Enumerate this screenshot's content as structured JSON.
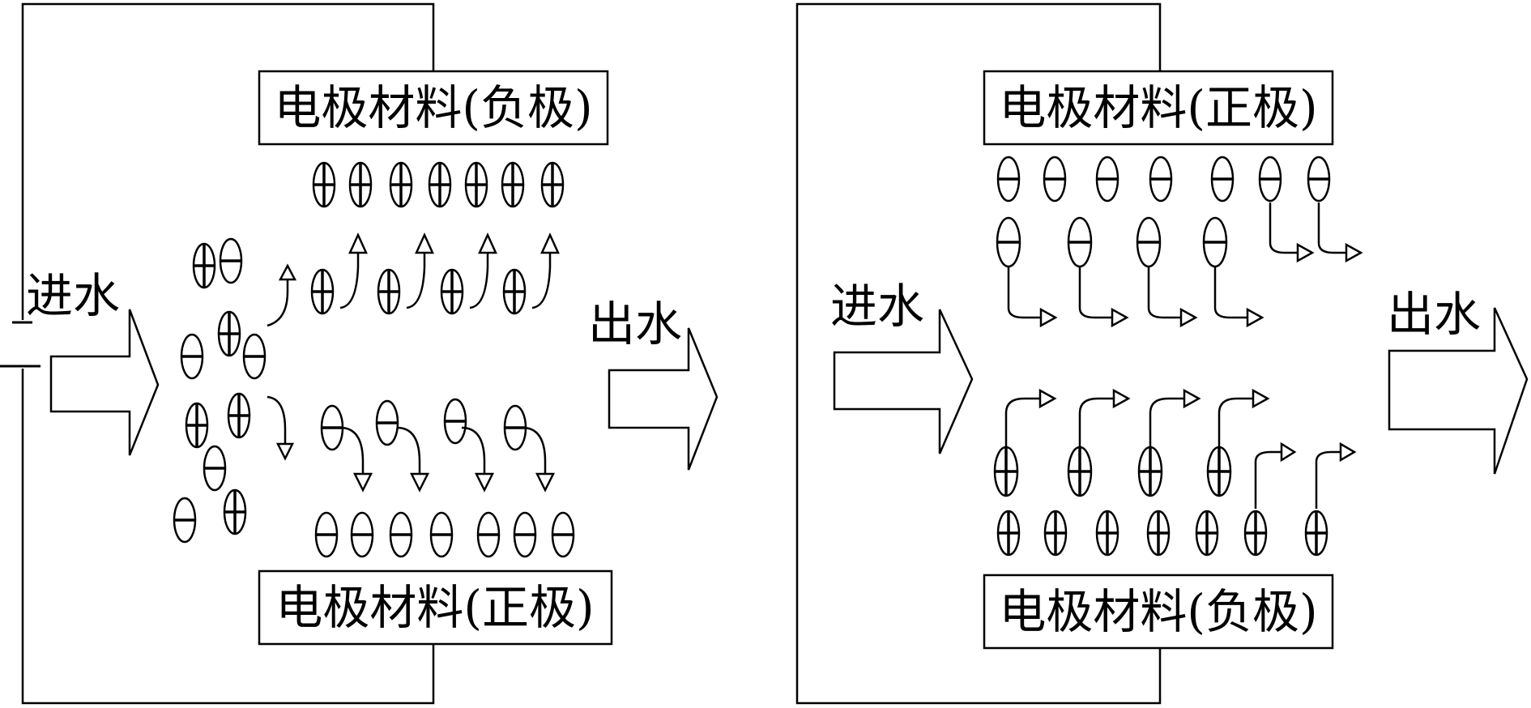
{
  "panels": [
    {
      "id": "left",
      "top_electrode": "电极材料(负极)",
      "bottom_electrode": "电极材料(正极)",
      "inlet": "进水",
      "outlet": "出水"
    },
    {
      "id": "right",
      "top_electrode": "电极材料(正极)",
      "bottom_electrode": "电极材料(负极)",
      "inlet": "进水",
      "outlet": "出水"
    }
  ],
  "ion_signs": {
    "cation": "+",
    "anion": "-"
  }
}
